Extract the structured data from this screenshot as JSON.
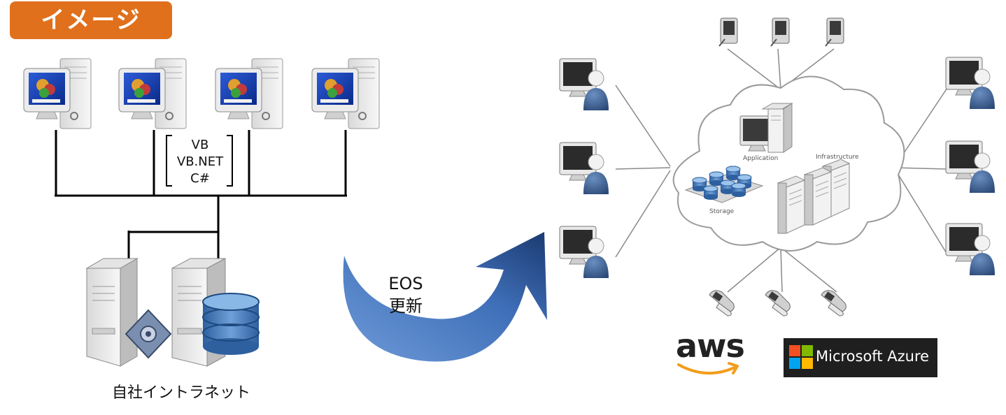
{
  "badge": {
    "label": "イメージ"
  },
  "languages": [
    "VB",
    "VB.NET",
    "C#"
  ],
  "intranet_label": "自社イントラネット",
  "arrow": {
    "line1": "EOS",
    "line2": "更新"
  },
  "cloud": {
    "application_label": "Application",
    "infrastructure_label": "Infrastructure",
    "storage_label": "Storage"
  },
  "logos": {
    "aws": "aws",
    "azure": "Microsoft Azure"
  },
  "colors": {
    "badge": "#e0701c",
    "arrow": "#3f6fb8",
    "azure_bg": "#1f1f1f",
    "aws_smile": "#f29d1c"
  }
}
